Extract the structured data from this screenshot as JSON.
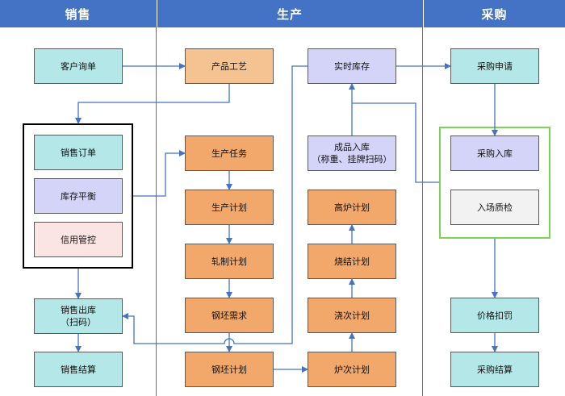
{
  "lanes": {
    "sales": "销售",
    "production": "生产",
    "purchase": "采购"
  },
  "nodes": {
    "customer_inquiry": "客户询单",
    "sales_order": "销售订单",
    "inventory_balance": "库存平衡",
    "credit_control": "信用管控",
    "sales_outbound_1": "销售出库",
    "sales_outbound_2": "（扫码）",
    "sales_settlement": "销售结算",
    "product_process": "产品工艺",
    "production_task": "生产任务",
    "production_plan": "生产计划",
    "rolling_plan": "轧制计划",
    "billet_demand": "钢坯需求",
    "billet_plan": "钢坯计划",
    "realtime_inventory": "实时库存",
    "finished_inbound_1": "成品入库",
    "finished_inbound_2": "（称重、挂牌扫码）",
    "blast_furnace_plan": "高炉计划",
    "sintering_plan": "烧结计划",
    "casting_plan": "浇次计划",
    "furnace_plan": "炉次计划",
    "purchase_request": "采购申请",
    "purchase_inbound": "采购入库",
    "quality_check": "入场质检",
    "price_penalty": "价格扣罚",
    "purchase_settlement": "采购结算"
  },
  "colors": {
    "header": "#4472C4",
    "connector": "#4472C4",
    "teal": "#b4e8e8",
    "orange": "#f2a86a",
    "orange_light": "#f5c392",
    "lavender": "#d4d4f8",
    "pink": "#fbe4e4",
    "gray": "#f2f2f2",
    "group_border_green": "#7dd35a",
    "group_border_black": "#000000"
  }
}
